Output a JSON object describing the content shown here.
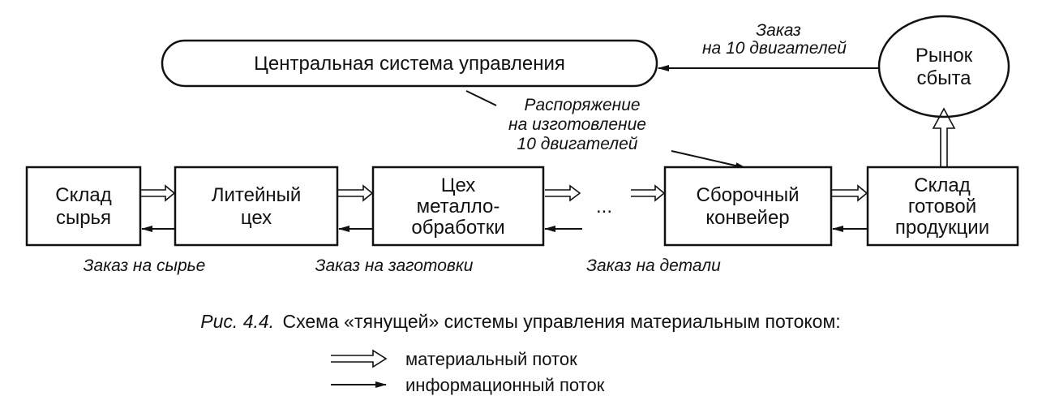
{
  "nodes": {
    "central_system": "Центральная система управления",
    "market": [
      "Рынок",
      "сбыта"
    ],
    "raw_warehouse": [
      "Склад",
      "сырья"
    ],
    "foundry": [
      "Литейный",
      "цех"
    ],
    "machining": [
      "Цех",
      "металло-",
      "обработки"
    ],
    "ellipsis": "...",
    "assembly": [
      "Сборочный",
      "конвейер"
    ],
    "finished_warehouse": [
      "Склад",
      "готовой",
      "продукции"
    ]
  },
  "annotations": {
    "order_engines": [
      "Заказ",
      "на 10 двигателей"
    ],
    "instruction": [
      "Распоряжение",
      "на изготовление",
      "10 двигателей"
    ],
    "order_raw": "Заказ на сырье",
    "order_blanks": "Заказ на заготовки",
    "order_parts": "Заказ на детали"
  },
  "caption": {
    "prefix": "Рис. 4.4.",
    "text": "Схема «тянущей» системы управления материальным потоком:"
  },
  "legend": {
    "material": "материальный поток",
    "information": "информационный поток"
  }
}
